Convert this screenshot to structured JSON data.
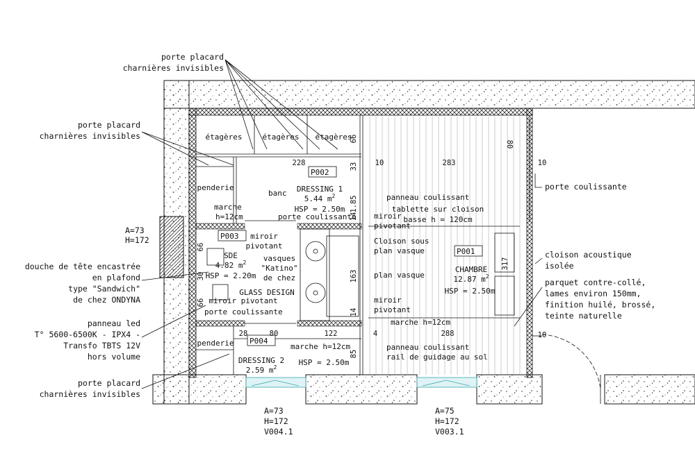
{
  "left_labels": [
    {
      "id": "porte-placard-top",
      "lines": [
        "porte placard",
        "charnières invisibles"
      ]
    },
    {
      "id": "porte-placard-mid",
      "lines": [
        "porte placard",
        "charnières invisibles"
      ]
    },
    {
      "id": "window-left",
      "lines": [
        "A=73",
        "H=172"
      ]
    },
    {
      "id": "douche",
      "lines": [
        "douche de tête encastrée",
        "en plafond",
        "type \"Sandwich\"",
        "de chez ONDYNA"
      ]
    },
    {
      "id": "panneau-led",
      "lines": [
        "panneau led",
        "T° 5600-6500K - IPX4 -",
        "Transfo TBTS 12V",
        "hors volume"
      ]
    },
    {
      "id": "porte-placard-bottom",
      "lines": [
        "porte placard",
        "charnières invisibles"
      ]
    }
  ],
  "right_labels": [
    {
      "id": "porte-coulissante-right",
      "lines": [
        "porte coulissante"
      ]
    },
    {
      "id": "cloison-acoustique",
      "lines": [
        "cloison acoustique",
        "isolée"
      ]
    },
    {
      "id": "parquet",
      "lines": [
        "parquet contre-collé,",
        "lames environ 150mm,",
        "finition huilé, brossé,",
        "teinte naturelle"
      ]
    }
  ],
  "bottom_labels": [
    {
      "id": "window-v004",
      "lines": [
        "A=73",
        "H=172",
        "V004.1"
      ]
    },
    {
      "id": "window-v003",
      "lines": [
        "A=75",
        "H=172",
        "V003.1"
      ]
    }
  ],
  "rooms": [
    {
      "id": "p002",
      "tag": "P002",
      "name": "DRESSING 1",
      "area": "5.44 m",
      "hsp": "HSP = 2.50m"
    },
    {
      "id": "p003",
      "tag": "P003",
      "name": "SDE",
      "area": "4.82 m",
      "hsp": "HSP = 2.20m"
    },
    {
      "id": "p001",
      "tag": "P001",
      "name": "CHAMBRE",
      "area": "12.87 m",
      "hsp": "HSP = 2.50m"
    },
    {
      "id": "p004",
      "tag": "P004",
      "name": "DRESSING 2",
      "area": "2.59 m",
      "hsp": "HSP = 2.50m"
    }
  ],
  "area_unit_sup": "2",
  "inner_labels": {
    "etageres": "étagères",
    "penderie": "penderie",
    "banc": "banc",
    "marche": "marche",
    "h12": "h=12cm",
    "porte_coulissante": "porte coulissante",
    "miroir": "miroir",
    "pivotant": "pivotant",
    "miroir_pivotant": "miroir pivotant",
    "vasques": [
      "vasques",
      "\"Katino\"",
      "de chez"
    ],
    "glass_design": "GLASS DESIGN",
    "cloison_sous": [
      "Cloison sous",
      "plan vasque"
    ],
    "plan_vasque": "plan vasque",
    "panneau_coulissant": "panneau coulissant",
    "tablette": [
      "tablette sur cloison",
      "basse h = 120cm"
    ],
    "marche_h12": "marche h=12cm",
    "rail": "rail de guidage au sol"
  },
  "dimensions": {
    "d228": "228",
    "d283": "283",
    "d10a": "10",
    "d10b": "10",
    "d10c": "10",
    "d33": "33",
    "d66a": "66",
    "d66b": "66",
    "d66c": "66",
    "d80a": "80",
    "d185": "1.85",
    "d14a": "14",
    "d14b": "14",
    "d163": "163",
    "d30": "30",
    "d28": "28",
    "d80b": "80",
    "d122": "122",
    "d4": "4",
    "d288": "288",
    "d85": "85",
    "d317": "317"
  }
}
